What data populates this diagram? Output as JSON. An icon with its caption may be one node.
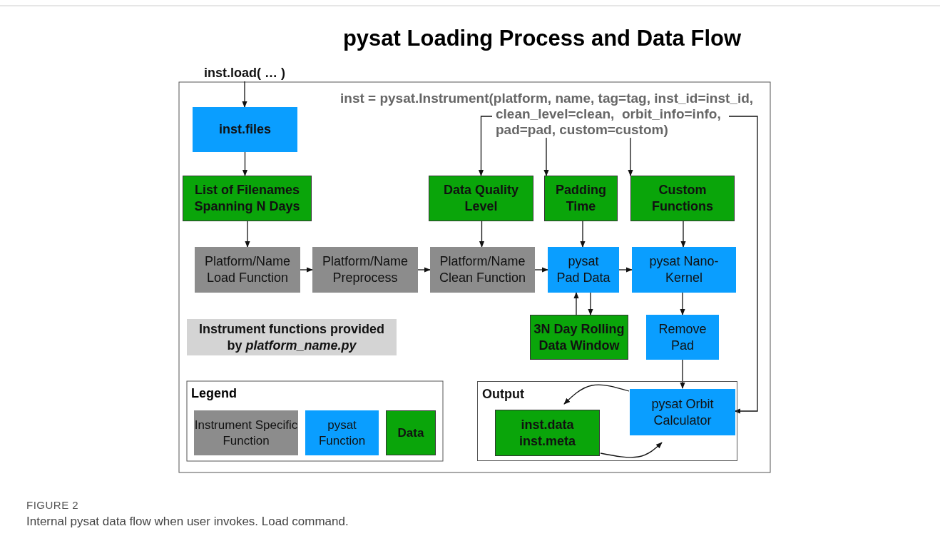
{
  "diagram": {
    "title": "pysat Loading Process and Data Flow",
    "caption": "Internal pysat data flow when user invokes. Load command.",
    "nodes": [
      {
        "text": [
          "inst.load( … )"
        ]
      },
      {
        "text": [
          "inst = pysat.Instrument(platform, name, tag=tag, inst_id=inst_id, clean_level=clean,  orbit_info=info, pad=pad, custom=custom)"
        ]
      },
      {
        "text": [
          "inst.files"
        ]
      },
      {
        "text": [
          "List of Filenames Spanning N Days"
        ]
      },
      {
        "text": [
          "Data Quality Level"
        ]
      },
      {
        "text": [
          "Padding Time"
        ]
      },
      {
        "text": [
          "Custom Functions"
        ]
      },
      {
        "text": [
          "Platform/Name Load Function"
        ]
      },
      {
        "text": [
          "Platform/Name Preprocess"
        ]
      },
      {
        "text": [
          "Platform/Name Clean Function"
        ]
      },
      {
        "text": [
          "pysat Pad Data"
        ]
      },
      {
        "text": [
          "pysat Nano-Kernel"
        ]
      },
      {
        "text": [
          "Instrument functions provided by *platform_name.py*"
        ]
      },
      {
        "text": [
          "3N Day Rolling Data Window"
        ]
      },
      {
        "text": [
          "Remove Pad"
        ]
      },
      {
        "text": [
          "Output"
        ]
      },
      {
        "text": [
          "inst.data inst.meta"
        ],
        "in": 15
      },
      {
        "text": [
          "pysat Orbit Calculator"
        ],
        "in": 15
      }
    ],
    "edges": [
      {
        "from": 0,
        "to": 2,
        "arrow": "to"
      },
      {
        "from": 2,
        "to": 3,
        "arrow": "to"
      },
      {
        "from": 3,
        "to": 7,
        "arrow": "to"
      },
      {
        "from": 7,
        "to": 8,
        "arrow": "to"
      },
      {
        "from": 8,
        "to": 9,
        "arrow": "to"
      },
      {
        "from": 9,
        "to": 10,
        "arrow": "to"
      },
      {
        "from": 10,
        "to": 11,
        "arrow": "to"
      },
      {
        "from": 1,
        "to": 4,
        "arrow": "to"
      },
      {
        "from": 1,
        "to": 5,
        "arrow": "to"
      },
      {
        "from": 1,
        "to": 6,
        "arrow": "to"
      },
      {
        "from": 1,
        "to": 17,
        "arrow": "to"
      },
      {
        "from": 4,
        "to": 9,
        "arrow": "to"
      },
      {
        "from": 5,
        "to": 10,
        "arrow": "to"
      },
      {
        "from": 6,
        "to": 11,
        "arrow": "to"
      },
      {
        "from": 13,
        "to": 10,
        "arrow": "to"
      },
      {
        "from": 10,
        "to": 13,
        "arrow": "to"
      },
      {
        "from": 11,
        "to": 14,
        "arrow": "to"
      },
      {
        "from": 14,
        "to": 17,
        "arrow": "to"
      },
      {
        "from": 17,
        "to": 16,
        "arrow": "to"
      },
      {
        "from": 16,
        "to": 17,
        "arrow": "to"
      }
    ],
    "labels": [
      "Legend",
      "FIGURE 2"
    ],
    "legend": [
      {
        "text": "Instrument Specific Function",
        "color": "#8c8c8c"
      },
      {
        "text": "pysat Function",
        "color": "#0a9eff"
      },
      {
        "text": "Data",
        "color": "#0aa50a"
      }
    ]
  }
}
